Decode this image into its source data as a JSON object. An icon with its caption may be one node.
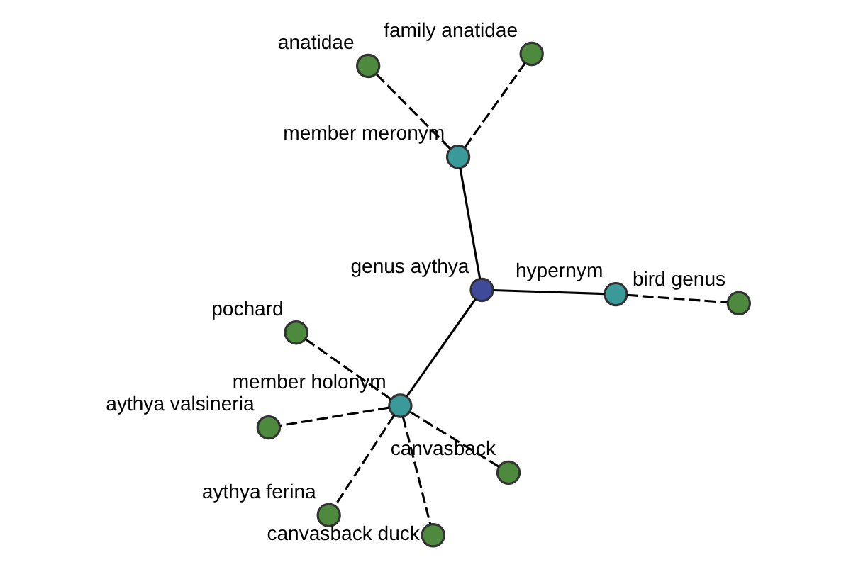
{
  "diagram": {
    "nodes": [
      {
        "text": [
          "genus aythya"
        ]
      },
      {
        "text": [
          "hypernym"
        ]
      },
      {
        "text": [
          "bird genus"
        ]
      },
      {
        "text": [
          "member meronym"
        ]
      },
      {
        "text": [
          "family anatidae"
        ]
      },
      {
        "text": [
          "anatidae"
        ]
      },
      {
        "text": [
          "member holonym"
        ]
      },
      {
        "text": [
          "canvasback"
        ]
      },
      {
        "text": [
          "pochard"
        ]
      },
      {
        "text": [
          "aythya ferina"
        ]
      },
      {
        "text": [
          "canvasback duck"
        ]
      },
      {
        "text": [
          "aythya valsineria"
        ]
      }
    ],
    "edges": [
      {
        "from": 0,
        "to": 1,
        "arrow": "none"
      },
      {
        "from": 1,
        "to": 2,
        "arrow": "none",
        "style": "dashed"
      },
      {
        "from": 0,
        "to": 3,
        "arrow": "none"
      },
      {
        "from": 3,
        "to": 4,
        "arrow": "none",
        "style": "dashed"
      },
      {
        "from": 3,
        "to": 5,
        "arrow": "none",
        "style": "dashed"
      },
      {
        "from": 0,
        "to": 6,
        "arrow": "none"
      },
      {
        "from": 6,
        "to": 7,
        "arrow": "none",
        "style": "dashed"
      },
      {
        "from": 6,
        "to": 8,
        "arrow": "none",
        "style": "dashed"
      },
      {
        "from": 6,
        "to": 9,
        "arrow": "none",
        "style": "dashed"
      },
      {
        "from": 6,
        "to": 10,
        "arrow": "none",
        "style": "dashed"
      },
      {
        "from": 6,
        "to": 11,
        "arrow": "none",
        "style": "dashed"
      }
    ]
  }
}
